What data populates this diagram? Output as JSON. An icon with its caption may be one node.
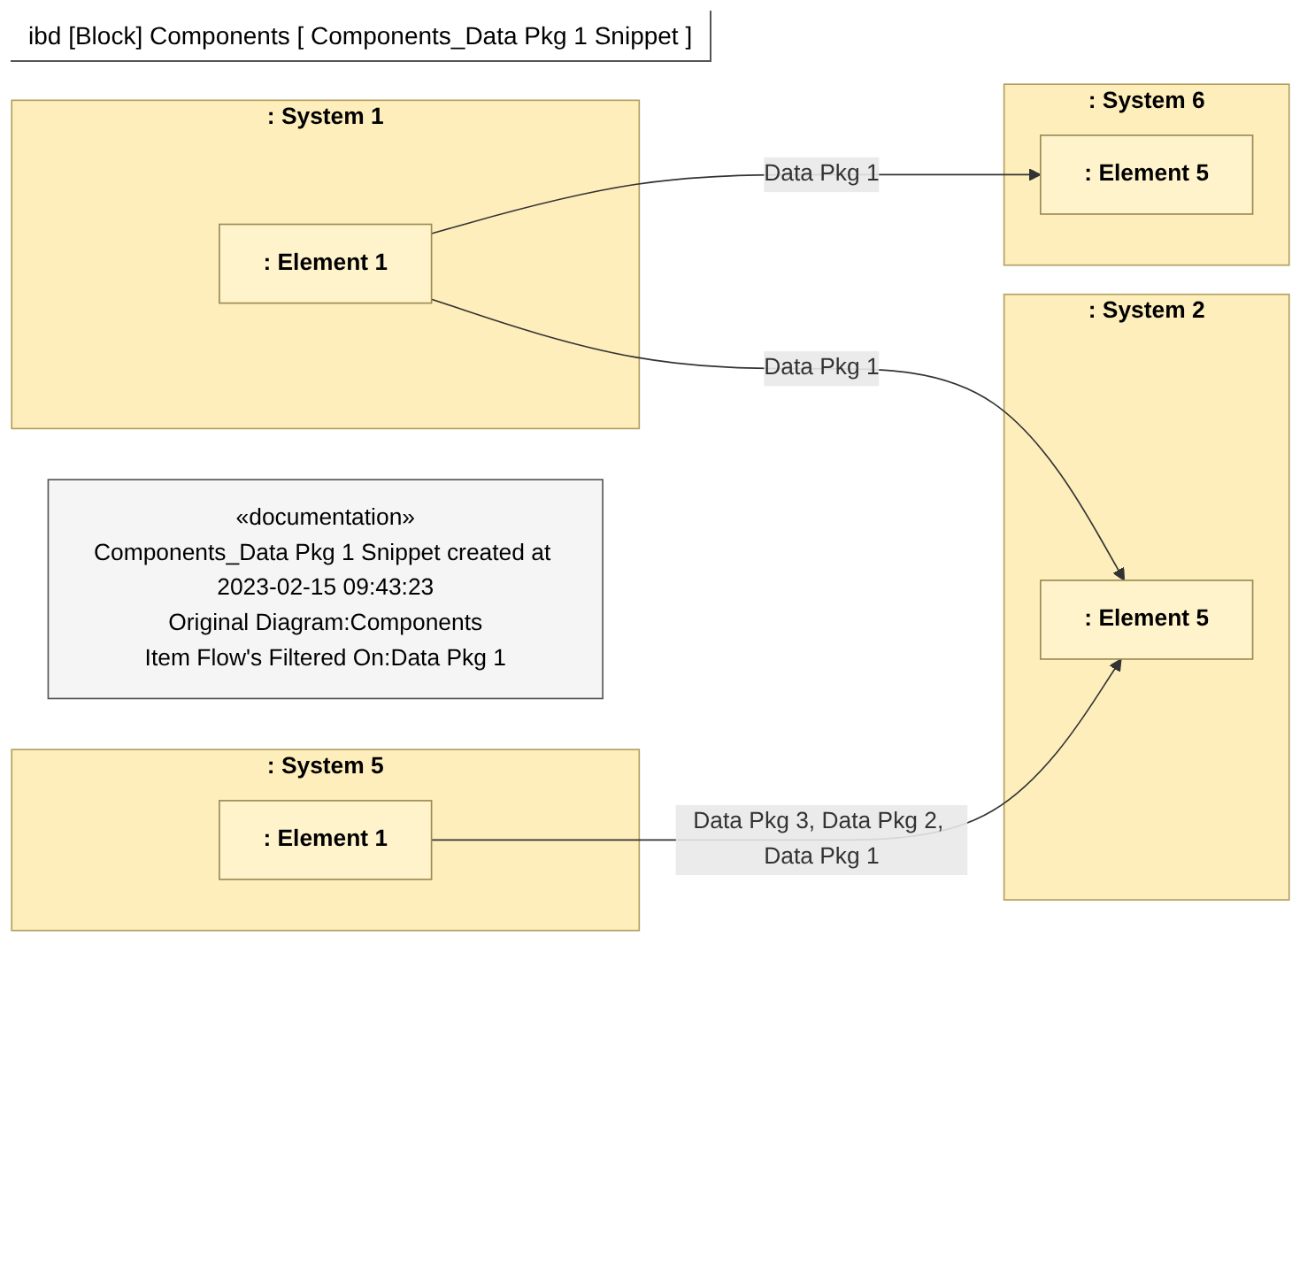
{
  "diagram": {
    "title": "ibd [Block] Components [ Components_Data Pkg 1 Snippet ]",
    "nodes": [
      {
        "text": [
          ": System 5"
        ]
      },
      {
        "text": [
          ": Element 1"
        ],
        "in": 0
      },
      {
        "text": [
          ": System 2"
        ]
      },
      {
        "text": [
          ": Element 5"
        ],
        "in": 2
      },
      {
        "text": [
          ": System 1"
        ]
      },
      {
        "text": [
          ": Element 1"
        ],
        "in": 4
      },
      {
        "text": [
          ": System 6"
        ]
      },
      {
        "text": [
          ": Element 5"
        ],
        "in": 6
      },
      {
        "text": [
          "«documentation»",
          "Components_Data Pkg 1 Snippet created at 2023-02-15 09:43:23",
          "Original Diagram:Components",
          "Item Flow's Filtered On:Data Pkg 1"
        ]
      }
    ],
    "edges": [
      {
        "from": 1,
        "to": 3,
        "arrow": "to",
        "label": "Data Pkg 3, Data Pkg 2, Data Pkg 1"
      },
      {
        "from": 5,
        "to": 3,
        "arrow": "to",
        "label": "Data Pkg 1"
      },
      {
        "from": 5,
        "to": 7,
        "arrow": "to",
        "label": "Data Pkg 1"
      }
    ]
  }
}
